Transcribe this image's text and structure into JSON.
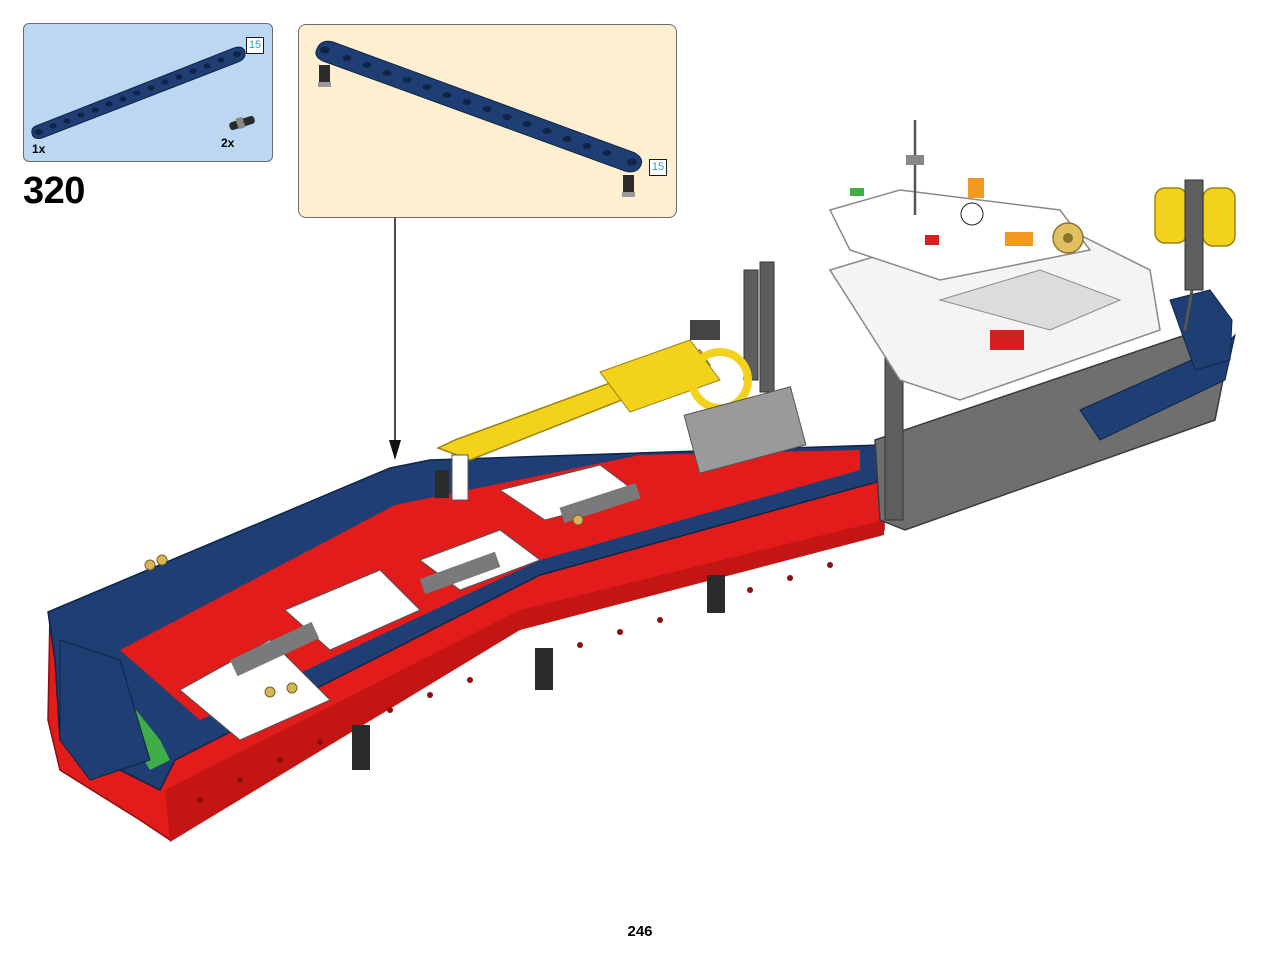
{
  "step": {
    "number": "320"
  },
  "page": {
    "number": "246"
  },
  "parts_list": [
    {
      "part": "liftarm",
      "length_badge": "15",
      "quantity": "1x",
      "color": "#1f3f74"
    },
    {
      "part": "pin",
      "quantity": "2x",
      "color": "#2b2b2b"
    }
  ],
  "subassembly": {
    "length_badge": "15"
  },
  "colors": {
    "parts_panel": "#bcd7f2",
    "subassembly_panel": "#fdefcf",
    "hull_red": "#e21b1b",
    "hull_blue": "#1f3f74",
    "crane_yellow": "#f2d21b",
    "gray": "#7a7a7a",
    "cabin_white": "#f4f4f4"
  }
}
